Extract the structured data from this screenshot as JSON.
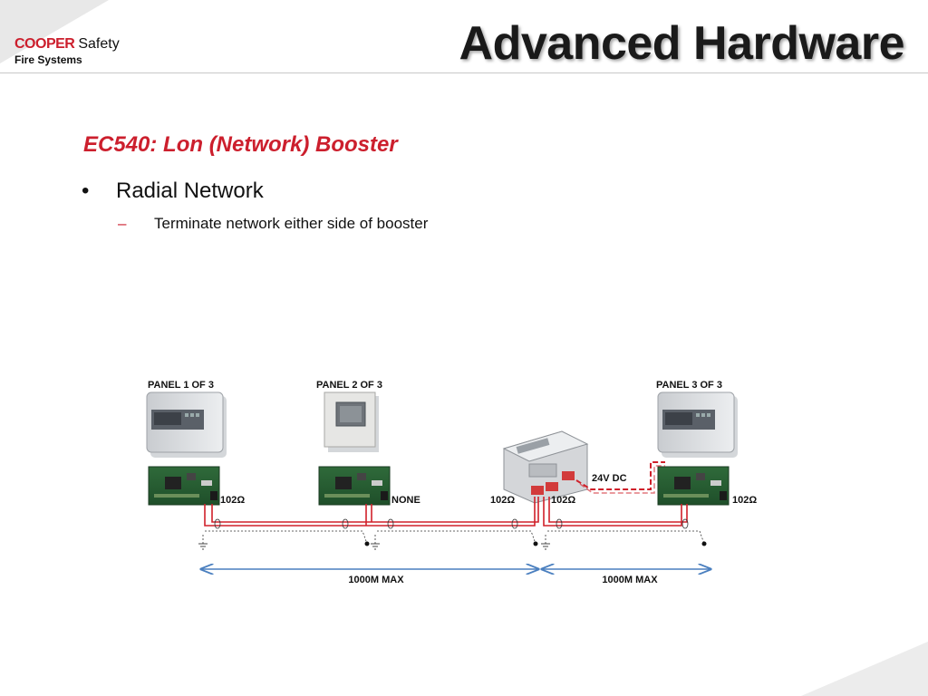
{
  "header": {
    "logo_brand": "COOPER",
    "logo_word": "Safety",
    "logo_sub": "Fire Systems",
    "title": "Advanced Hardware"
  },
  "content": {
    "heading": "EC540: Lon (Network) Booster",
    "bullet_glyph": "•",
    "bullet": "Radial Network",
    "sub_glyph": "–",
    "sub_bullet": "Terminate network either side of booster"
  },
  "diagram": {
    "panel1": "PANEL 1 OF 3",
    "panel2": "PANEL 2 OF 3",
    "panel3": "PANEL 3 OF 3",
    "term1": "102Ω",
    "term2": "NONE",
    "term3": "102Ω",
    "term4": "102Ω",
    "term5": "102Ω",
    "power": "24V DC",
    "span1": "1000M MAX",
    "span2": "1000M MAX"
  },
  "colors": {
    "accent": "#cc1f2d",
    "cable": "#d0202a",
    "arrow": "#4a7fbf"
  }
}
